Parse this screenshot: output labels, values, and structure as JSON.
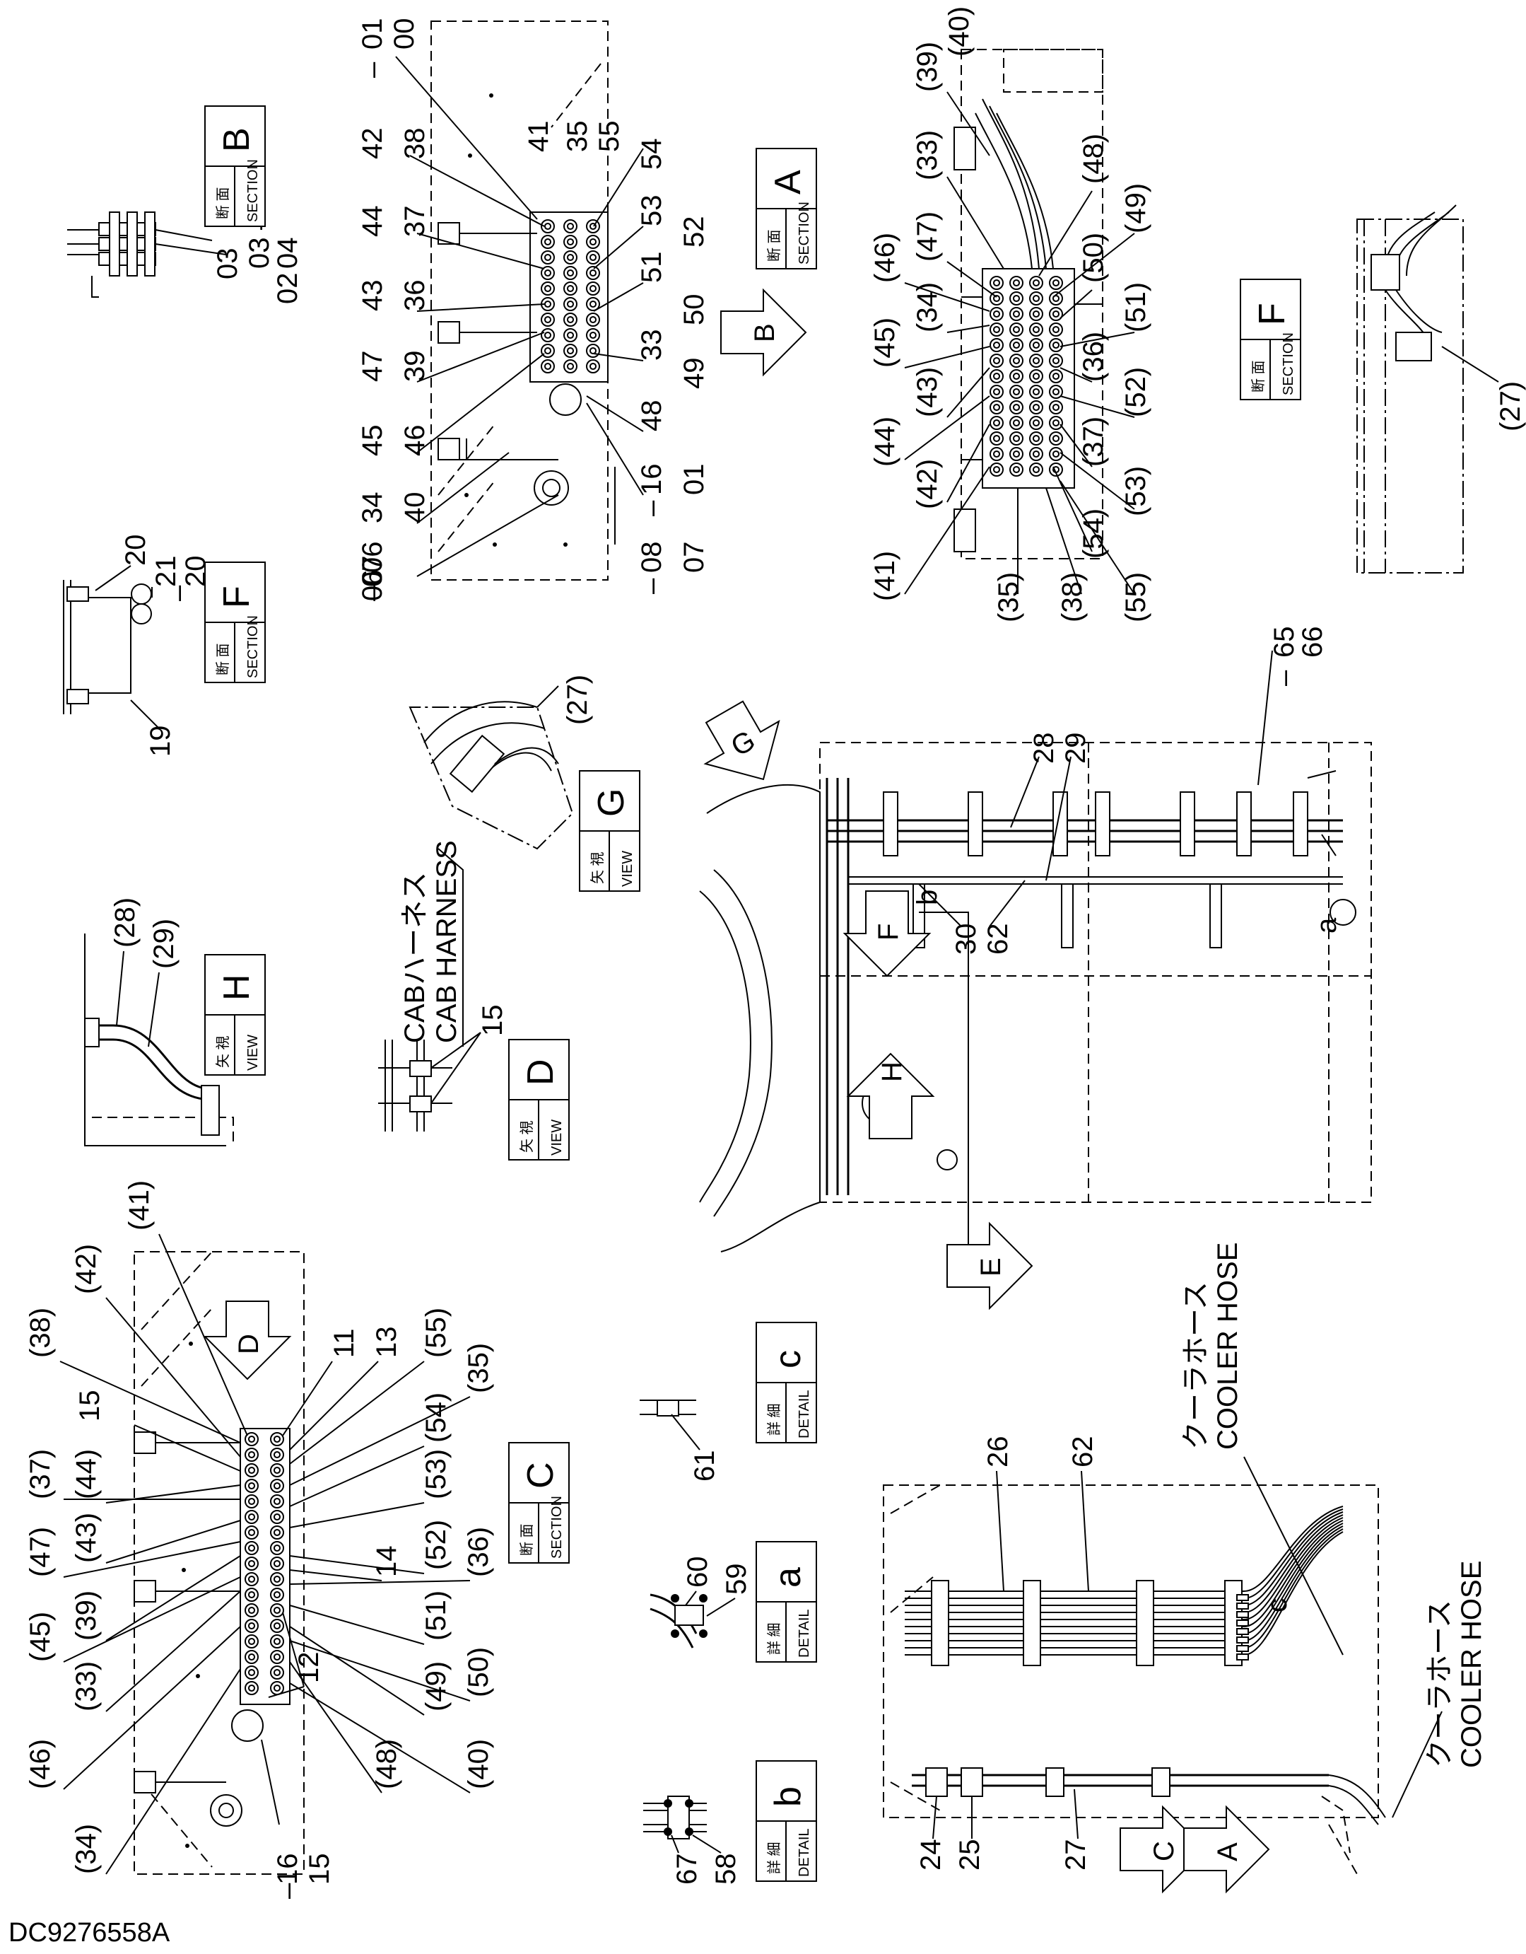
{
  "drawing_code": "DC9276558A",
  "views": {
    "section_b": {
      "jp": "断 面",
      "en": "SECTION",
      "letter": "B"
    },
    "section_a": {
      "jp": "断 面",
      "en": "SECTION",
      "letter": "A"
    },
    "section_f_top": {
      "jp": "断 面",
      "en": "SECTION",
      "letter": "F"
    },
    "section_f_left": {
      "jp": "断 面",
      "en": "SECTION",
      "letter": "F"
    },
    "view_g": {
      "jp": "矢 視",
      "en": "VIEW",
      "letter": "G"
    },
    "view_h": {
      "jp": "矢 視",
      "en": "VIEW",
      "letter": "H"
    },
    "view_d": {
      "jp": "矢 視",
      "en": "VIEW",
      "letter": "D"
    },
    "section_c": {
      "jp": "断 面",
      "en": "SECTION",
      "letter": "C"
    },
    "detail_c": {
      "jp": "詳 細",
      "en": "DETAIL",
      "letter": "c"
    },
    "detail_a": {
      "jp": "詳 細",
      "en": "DETAIL",
      "letter": "a"
    },
    "detail_b": {
      "jp": "詳 細",
      "en": "DETAIL",
      "letter": "b"
    }
  },
  "arrows": {
    "b": "B",
    "g": "G",
    "f": "F",
    "h": "H",
    "e": "E",
    "d": "D",
    "c": "C",
    "a": "A"
  },
  "notes": {
    "cab_harness_jp": "CABハーネス",
    "cab_harness_en": "CAB HARNESS",
    "cooler_hose_jp_1": "クーラホース",
    "cooler_hose_en_1": "COOLER HOSE",
    "cooler_hose_jp_2": "クーラホース",
    "cooler_hose_en_2": "COOLER HOSE"
  },
  "labels": {
    "top_small": [
      "02",
      "03",
      "–",
      "04",
      "03"
    ],
    "section_b_callouts": [
      "01",
      "–",
      "00",
      "42",
      "38",
      "41",
      "35",
      "55",
      "54",
      "53",
      "52",
      "51",
      "50",
      "33",
      "49",
      "48",
      "44",
      "37",
      "43",
      "36",
      "47",
      "39",
      "45",
      "46",
      "40",
      "34",
      "16",
      "–",
      "01",
      "06",
      "08",
      "–",
      "07",
      "07",
      "–",
      "06"
    ],
    "section_a_callouts": [
      "(39)",
      "(40)",
      "(33)",
      "(48)",
      "(47)",
      "(49)",
      "(46)",
      "(50)",
      "(34)",
      "(51)",
      "(45)",
      "(36)",
      "(43)",
      "(52)",
      "(44)",
      "(37)",
      "(42)",
      "(53)",
      "(41)",
      "(54)",
      "(35)",
      "(55)",
      "(38)"
    ],
    "section_f_top_callouts": [
      "(27)"
    ],
    "section_f_left_callouts": [
      "20",
      "21",
      "–",
      "20",
      "19"
    ],
    "view_g_callouts": [
      "(27)"
    ],
    "main_callouts": [
      "65",
      "–",
      "66",
      "28",
      "29",
      "62",
      "30",
      "b",
      "a"
    ],
    "view_h_callouts": [
      "(28)",
      "(29)"
    ],
    "view_d_callouts": [
      "15"
    ],
    "section_c_callouts": [
      "(38)",
      "(42)",
      "(41)",
      "11",
      "13",
      "(55)",
      "(35)",
      "(37)",
      "15",
      "(44)",
      "(54)",
      "(43)",
      "(53)",
      "(47)",
      "(52)",
      "14",
      "(36)",
      "(39)",
      "(51)",
      "(45)",
      "(33)",
      "12",
      "(50)",
      "(49)",
      "(46)",
      "(48)",
      "(40)",
      "(34)",
      "16",
      "–",
      "15"
    ],
    "detail_c_callouts": [
      "61"
    ],
    "detail_a_callouts": [
      "60",
      "59"
    ],
    "detail_b_callouts": [
      "67",
      "58"
    ],
    "bottom_right_callouts": [
      "26",
      "62",
      "c",
      "24",
      "25",
      "27"
    ]
  }
}
